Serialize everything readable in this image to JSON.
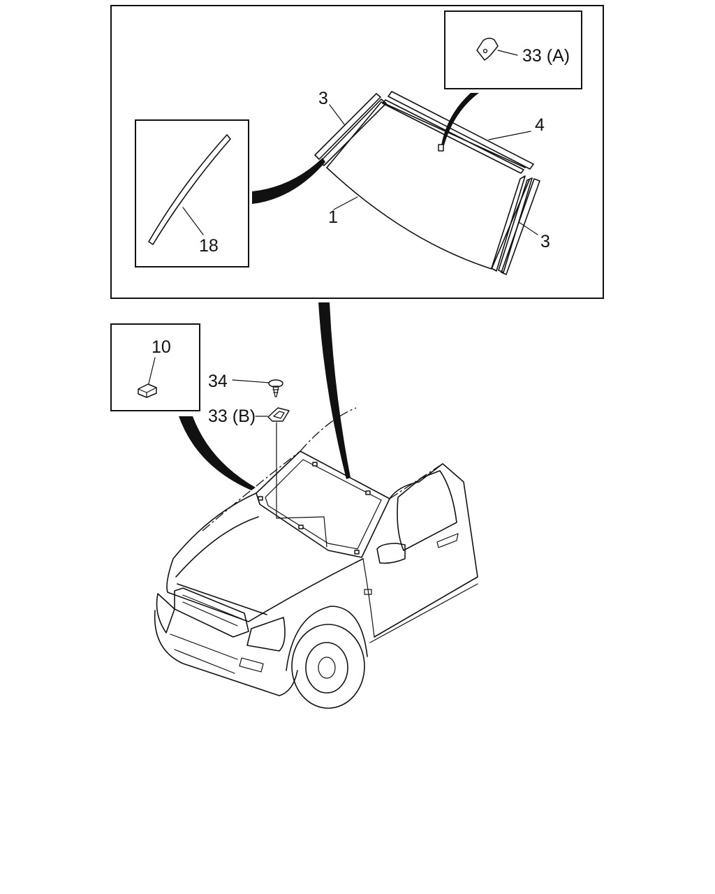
{
  "callouts": {
    "clip_a": "33 (A)",
    "molding_top": "4",
    "molding_left": "3",
    "molding_right": "3",
    "glass": "1",
    "dam": "18",
    "spacer": "10",
    "screw": "34",
    "clip_b": "33 (B)"
  },
  "colors": {
    "ink": "#111111",
    "background": "#ffffff"
  }
}
